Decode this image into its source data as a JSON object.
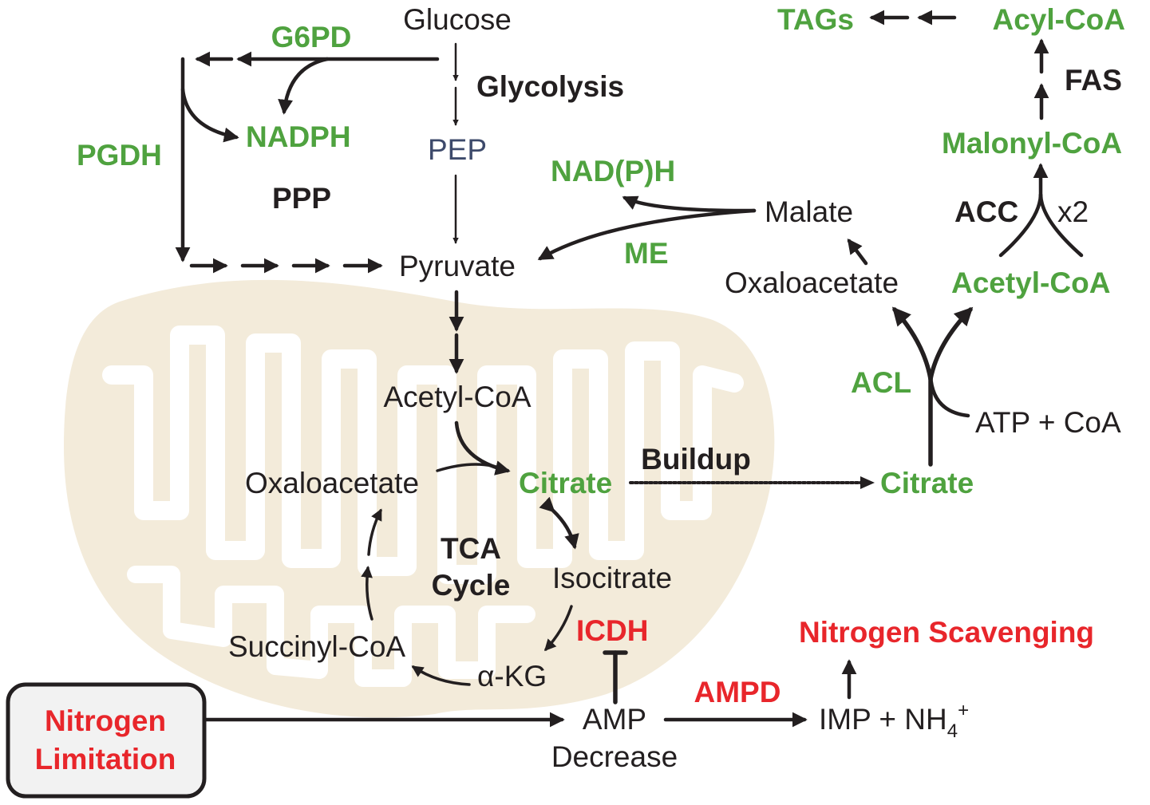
{
  "labels": {
    "glucose": "Glucose",
    "glycolysis": "Glycolysis",
    "pep": "PEP",
    "pyruvate": "Pyruvate",
    "g6pd": "G6PD",
    "nadph": "NADPH",
    "pgdh": "PGDH",
    "ppp": "PPP",
    "nadp_h": "NAD(P)H",
    "malate": "Malate",
    "me": "ME",
    "oxaloacetate_cyto": "Oxaloacetate",
    "acetyl_coa_cyto": "Acetyl-CoA",
    "acc": "ACC",
    "x2": "x2",
    "malonyl_coa": "Malonyl-CoA",
    "fas": "FAS",
    "acyl_coa": "Acyl-CoA",
    "tags": "TAGs",
    "acl": "ACL",
    "atp_coa": "ATP + CoA",
    "citrate_cyto": "Citrate",
    "buildup": "Buildup",
    "acetyl_coa_mito": "Acetyl-CoA",
    "citrate_mito": "Citrate",
    "oxaloacetate_mito": "Oxaloacetate",
    "tca_line1": "TCA",
    "tca_line2": "Cycle",
    "isocitrate": "Isocitrate",
    "icdh": "ICDH",
    "akg": "α-KG",
    "succinyl_coa": "Succinyl-CoA",
    "amp": "AMP",
    "decrease": "Decrease",
    "ampd": "AMPD",
    "imp_nh4": "IMP + NH",
    "nh4_sub": "4",
    "nh4_sup": "+",
    "nitrogen_scavenging": "Nitrogen Scavenging",
    "nitrogen_limitation_line1": "Nitrogen",
    "nitrogen_limitation_line2": "Limitation"
  },
  "colors": {
    "enzyme_green": "#4fa23f",
    "regulation_red": "#e8262b",
    "text_black": "#231f20",
    "pep_slate": "#3d4a6b",
    "mitochondrion_fill": "#f3ebda",
    "mitochondrion_cristae": "#ffffff",
    "box_fill": "#f2f2f2"
  }
}
